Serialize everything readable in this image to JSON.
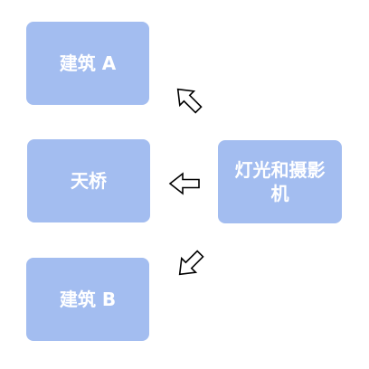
{
  "colors": {
    "node_fill": "#a3bdf0",
    "node_text": "#ffffff",
    "arrow_stroke": "#000000",
    "arrow_fill": "#ffffff"
  },
  "nodes": {
    "building_a": {
      "label": "建筑 A"
    },
    "bridge": {
      "label": "天桥"
    },
    "building_b": {
      "label": "建筑 B"
    },
    "lighting": {
      "label": "灯光和摄影机"
    }
  },
  "arrows": [
    {
      "from": "lighting",
      "to": "building_a",
      "icon": "arrow-up-left-icon"
    },
    {
      "from": "lighting",
      "to": "bridge",
      "icon": "arrow-left-icon"
    },
    {
      "from": "lighting",
      "to": "building_b",
      "icon": "arrow-down-left-icon"
    }
  ]
}
